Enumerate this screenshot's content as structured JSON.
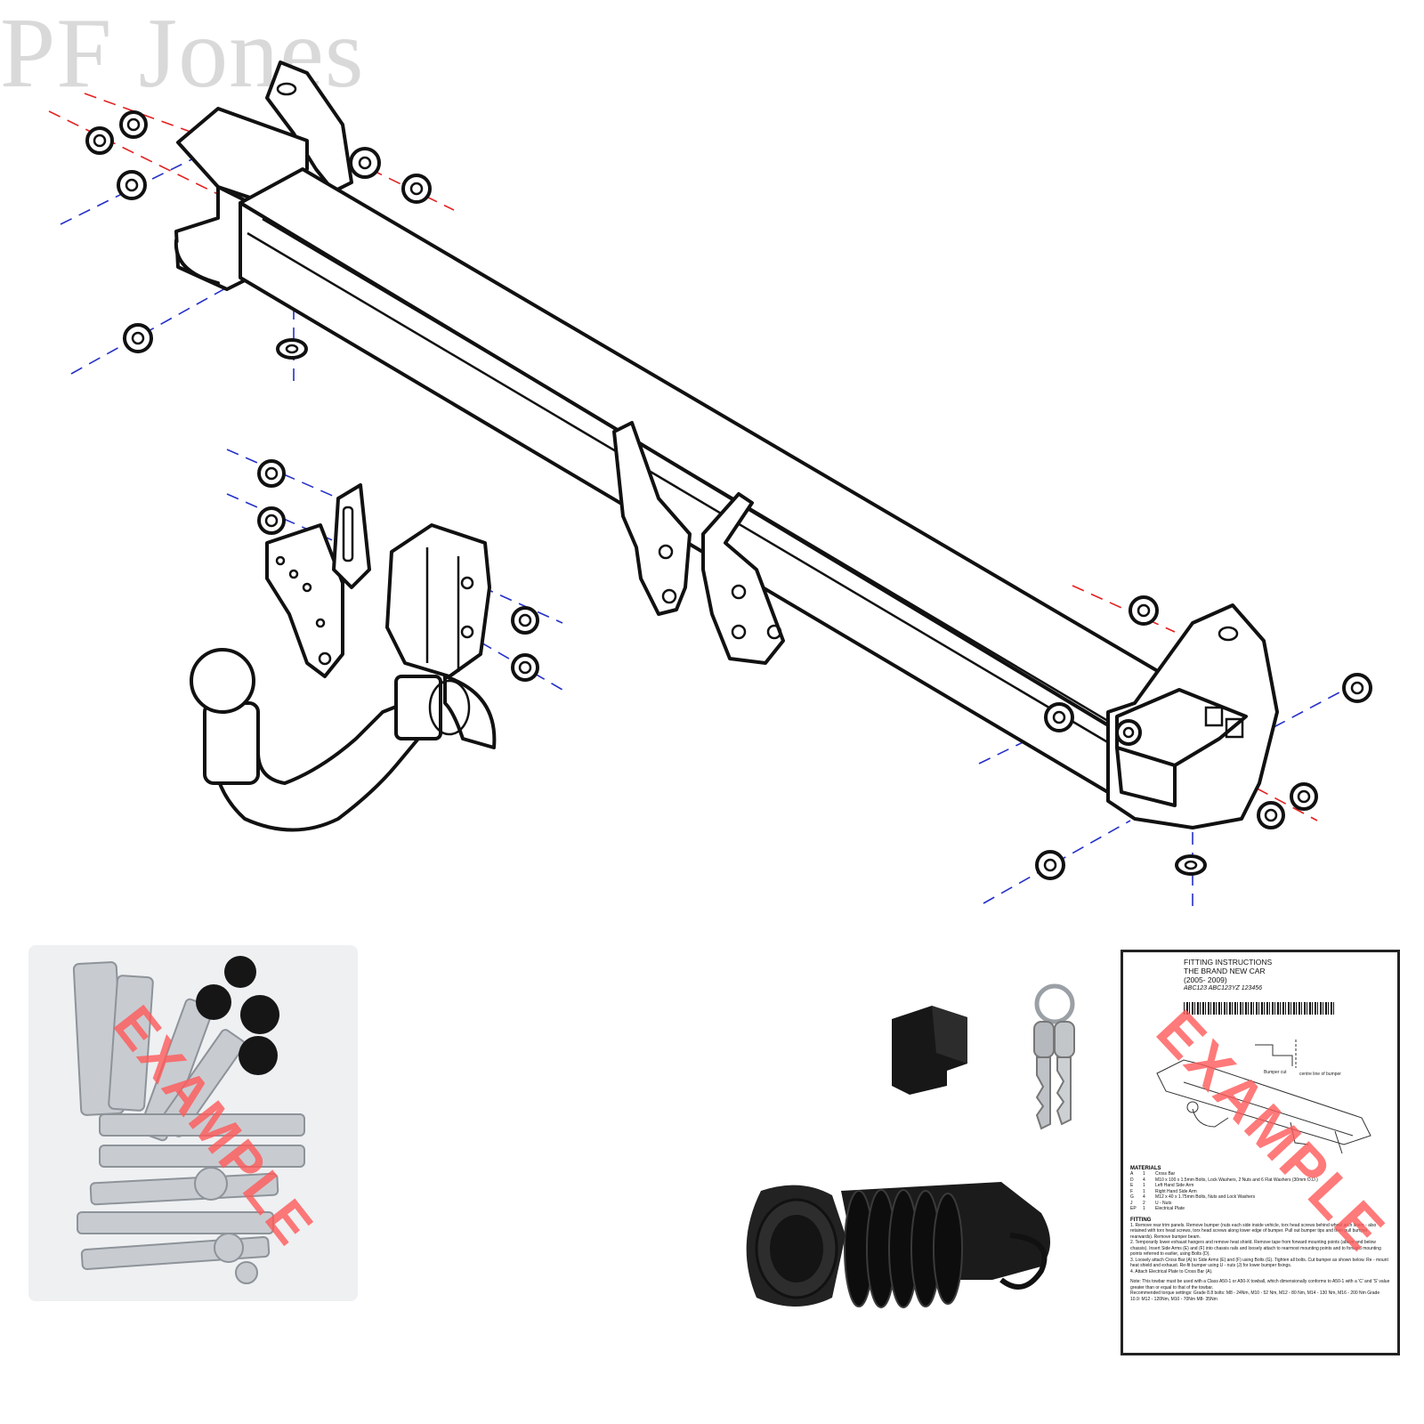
{
  "watermark": {
    "text": "PF Jones"
  },
  "diagram": {
    "icon": "towbar-exploded-diagram-icon"
  },
  "fixings_bag": {
    "icon": "fixings-bag-icon",
    "stamp": "EXAMPLE"
  },
  "accessories": {
    "cover_icon": "electrical-socket-cover-icon",
    "keys_icon": "towball-keys-icon",
    "socket_icon": "towbar-electrical-socket-icon"
  },
  "instructions_sheet": {
    "header_lines": [
      "FITTING INSTRUCTIONS",
      "THE BRAND NEW CAR",
      "(2005- 2009)"
    ],
    "part_codes": "ABC123 ABC123YZ 123456",
    "mini_labels": {
      "bumper": "Bumper cut",
      "centre": "centre line of bumper"
    },
    "materials_title": "MATERIALS",
    "materials": [
      [
        "A",
        "1",
        "Cross Bar"
      ],
      [
        "D",
        "4",
        "M10 x 100 x 1.5mm Bolts, Lock Washers, 2 Nuts and 6 Flat Washers (30mm O.D.)"
      ],
      [
        "E",
        "1",
        "Left Hand Side Arm"
      ],
      [
        "F",
        "1",
        "Right Hand Side Arm"
      ],
      [
        "G",
        "4",
        "M12 x 40 x 1.75mm Bolts, Nuts and Lock Washers"
      ],
      [
        "J",
        "2",
        "U - Nuts"
      ],
      [
        "EP",
        "1",
        "Electrical Plate"
      ]
    ],
    "fitting_title": "FITTING",
    "fitting_steps": [
      "1. Remove rear trim panels. Remove bumper (nuts each side inside vehicle, torx head screws behind wheel arch liners - also retained with torx head screws, torx head screws along lower edge of bumper. Pull out bumper tips and then pull bumper rearwards). Remove bumper beam.",
      "2. Temporarily lower exhaust hangers and remove heat shield. Remove tape from forward mounting points (above and below chassis). Insert Side Arms (E) and (F) into chassis rails and loosely attach to rearmost mounting points and to forward mounting points referred to earlier, using Bolts (D).",
      "3. Loosely attach Cross Bar (A) to Side Arms (E) and (F) using Bolts (G). Tighten all bolts. Cut bumper as shown below. Re - mount heat shield and exhaust. Re-fit bumper using U - nuts (J) for lower bumper fixings.",
      "4. Attach Electrical Plate to Cross Bar (A)."
    ],
    "note": "Note: This towbar must be used with a Class A50-1 or A50-X towball, which dimensionally conforms to A50-1 with a 'C' and 'S' value greater than or equal to that of the towbar.",
    "torque": "Recommended torque settings: Grade 8.8 bolts: M8 - 24Nm, M10 - 52 Nm, M12 - 80 Nm, M14 - 130 Nm, M16 - 200 Nm Grade 10.9: M12 - 120Nm, M10 - 70Nm M8- 35Nm",
    "stamp": "EXAMPLE"
  },
  "colors": {
    "red_axis": "#e32020",
    "blue_axis": "#2430c8",
    "stamp": "#ff5a5a",
    "watermark": "#d9d9d9"
  }
}
